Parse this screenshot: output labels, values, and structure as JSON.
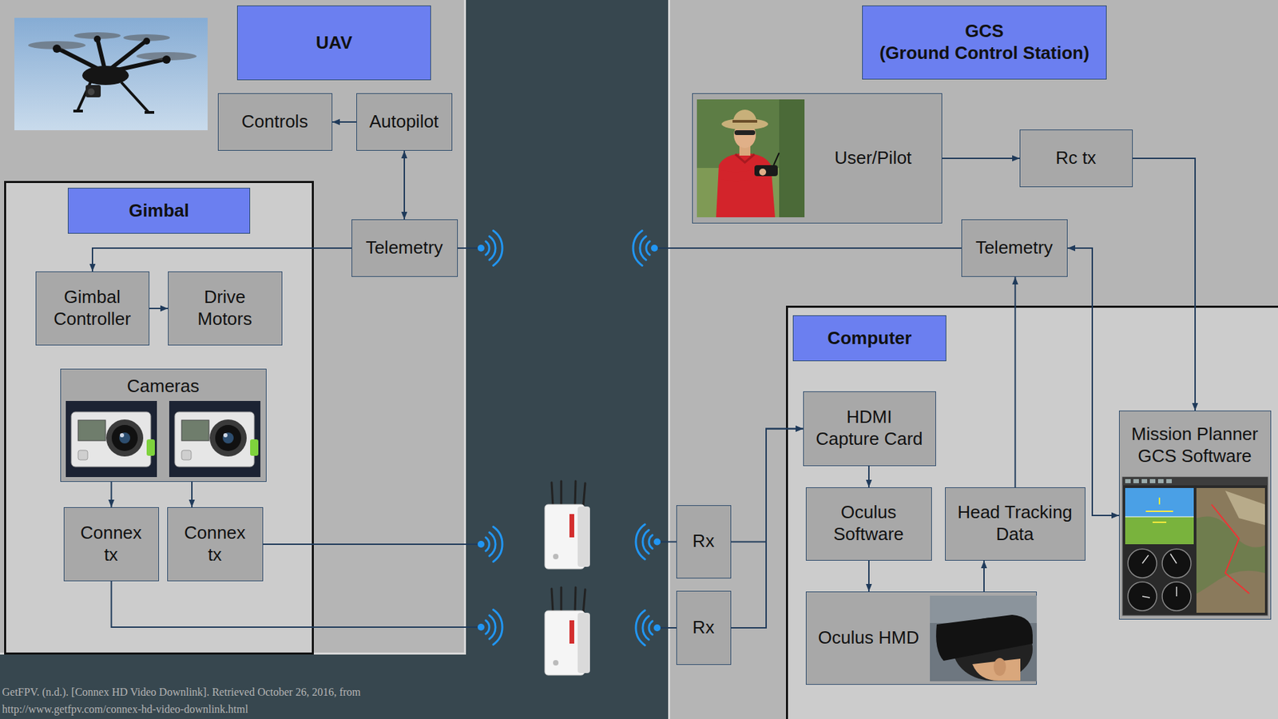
{
  "diagram": {
    "nodes": [
      {
        "text": [
          "UAV"
        ]
      },
      {
        "text": [
          "Controls"
        ],
        "in": 0
      },
      {
        "text": [
          "Autopilot"
        ],
        "in": 0
      },
      {
        "text": [
          "Telemetry"
        ],
        "in": 0
      },
      {
        "text": [
          "Gimbal"
        ],
        "in": 0
      },
      {
        "text": [
          "Gimbal Controller"
        ],
        "in": 4
      },
      {
        "text": [
          "Drive Motors"
        ],
        "in": 4
      },
      {
        "text": [
          "Cameras"
        ],
        "in": 4
      },
      {
        "text": [
          "Connex tx"
        ],
        "in": 4
      },
      {
        "text": [
          "Connex tx"
        ],
        "in": 4
      },
      {
        "text": [
          "GCS (Ground Control Station)"
        ]
      },
      {
        "text": [
          "User/Pilot"
        ],
        "in": 10
      },
      {
        "text": [
          "Rc tx"
        ],
        "in": 10
      },
      {
        "text": [
          "Telemetry"
        ],
        "in": 10
      },
      {
        "text": [
          "Rx"
        ],
        "in": 10
      },
      {
        "text": [
          "Rx"
        ],
        "in": 10
      },
      {
        "text": [
          "Computer"
        ],
        "in": 10
      },
      {
        "text": [
          "HDMI Capture Card"
        ],
        "in": 16
      },
      {
        "text": [
          "Oculus Software"
        ],
        "in": 16
      },
      {
        "text": [
          "Head Tracking Data"
        ],
        "in": 16
      },
      {
        "text": [
          "Oculus HMD"
        ],
        "in": 16
      },
      {
        "text": [
          "Mission Planner GCS Software"
        ],
        "in": 16
      }
    ],
    "edges": [
      {
        "from": 2,
        "to": 1,
        "arrow": "to"
      },
      {
        "from": 2,
        "to": 3,
        "arrow": "both"
      },
      {
        "from": 3,
        "to": 5,
        "arrow": "to"
      },
      {
        "from": 5,
        "to": 6,
        "arrow": "to"
      },
      {
        "from": 7,
        "to": 8,
        "arrow": "to"
      },
      {
        "from": 7,
        "to": 9,
        "arrow": "to"
      },
      {
        "from": 11,
        "to": 12,
        "arrow": "to"
      },
      {
        "from": 12,
        "to": 21,
        "arrow": "to"
      },
      {
        "from": 21,
        "to": 13,
        "arrow": "both"
      },
      {
        "from": 19,
        "to": 13,
        "arrow": "to"
      },
      {
        "from": 17,
        "to": 18,
        "arrow": "to"
      },
      {
        "from": 18,
        "to": 20,
        "arrow": "to"
      },
      {
        "from": 20,
        "to": 19,
        "arrow": "to"
      },
      {
        "from": 14,
        "to": 17,
        "arrow": "to"
      },
      {
        "from": 15,
        "to": 17,
        "arrow": "to"
      }
    ],
    "labels": [
      "GetFPV. (n.d.). [Connex HD Video Downlink]. Retrieved October 26, 2016, from",
      "http://www.getfpv.com/connex-hd-video-downlink.html"
    ]
  }
}
